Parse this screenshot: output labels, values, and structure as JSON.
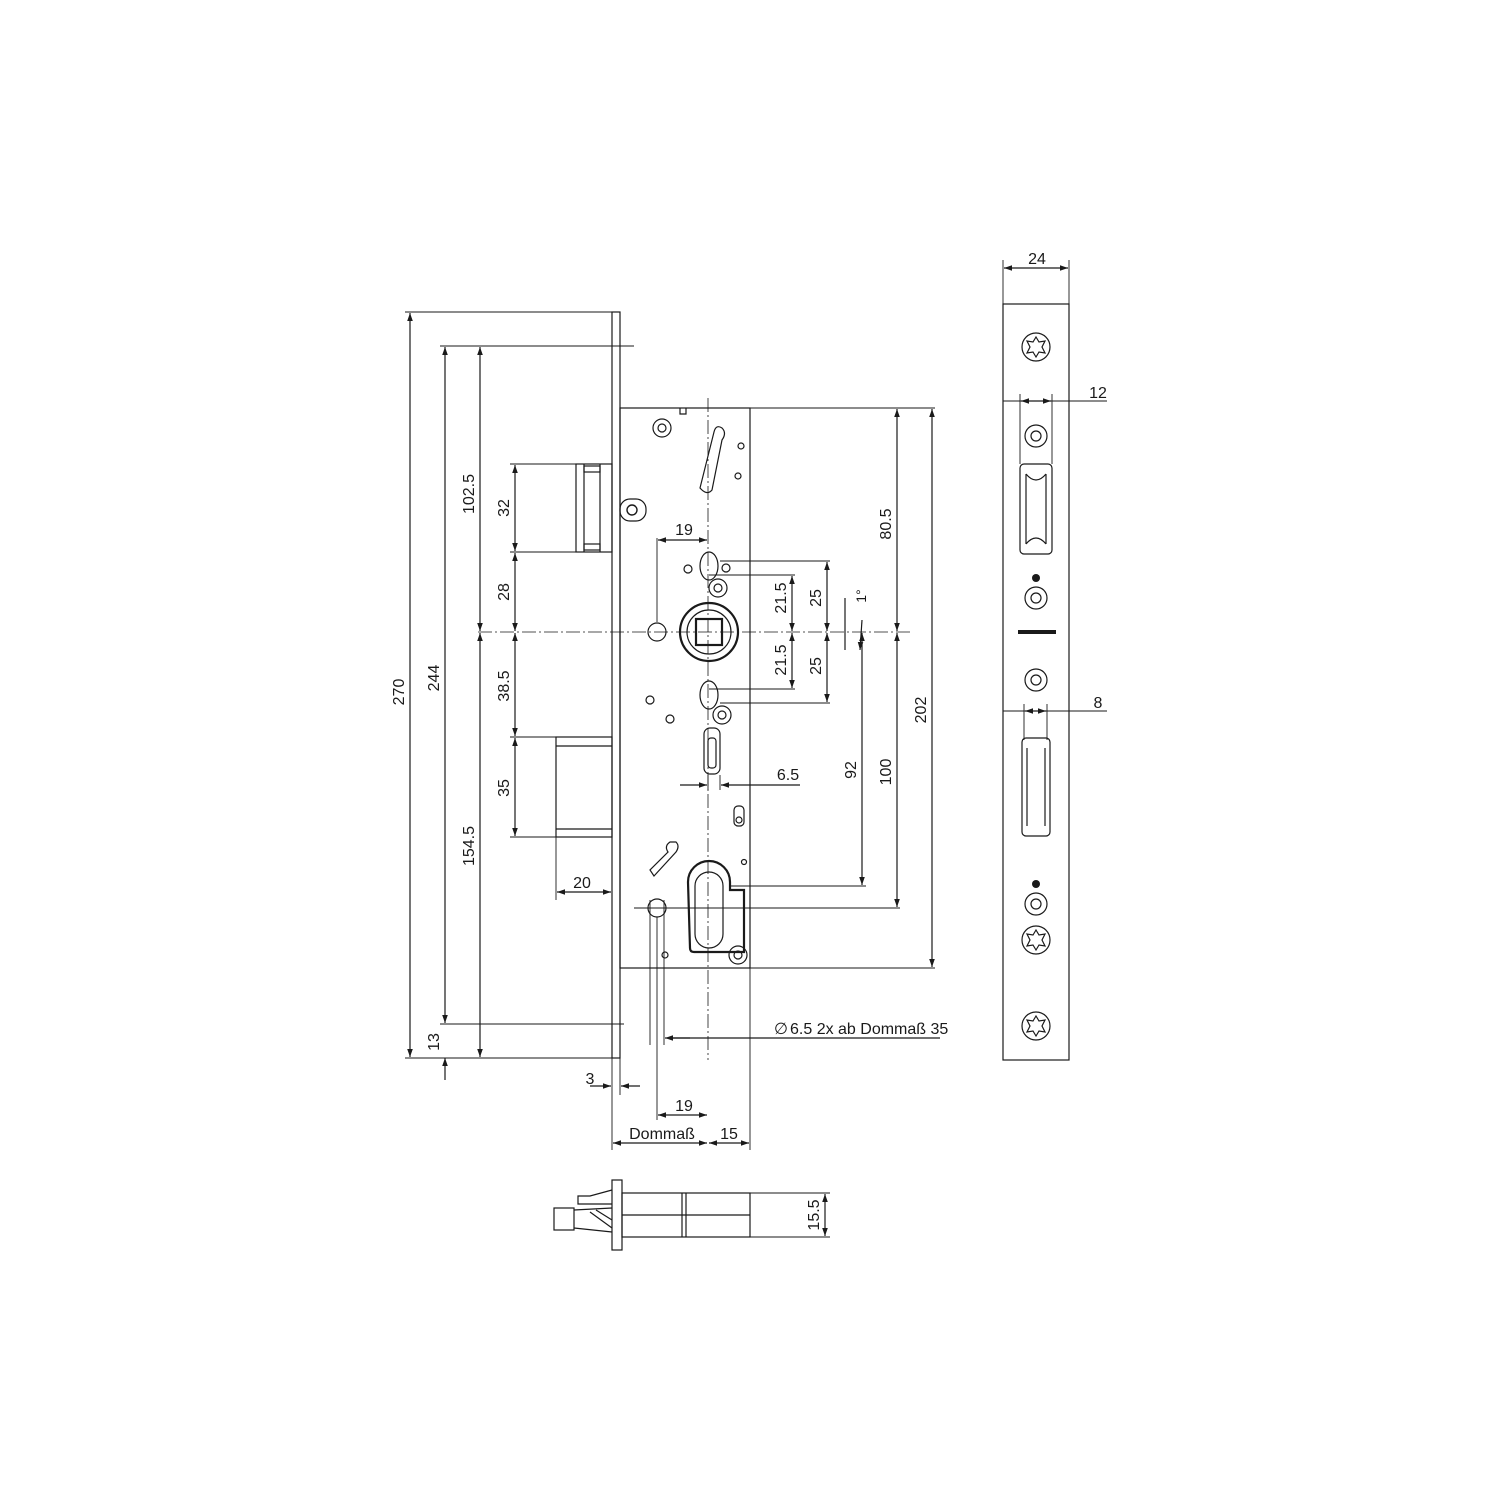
{
  "dimensions": {
    "overall_height": "270",
    "faceplate_span": "244",
    "upper_to_center": "102.5",
    "lower_to_center": "154.5",
    "bottom_offset": "13",
    "latch_height": "32",
    "latch_to_center": "28",
    "center_to_bolt": "38.5",
    "bolt_height": "35",
    "bolt_throw": "20",
    "faceplate_thickness": "3",
    "hole_offset": "19",
    "backset_label": "Dommaß",
    "backset_extra": "15",
    "hole_note": "6.5 2x ab Dommaß 35",
    "hole_note_symbol": "∅",
    "top_hole_offset": "19",
    "follower_upper": "21.5",
    "follower_lower": "21.5",
    "pin_upper": "25",
    "pin_lower": "25",
    "angle": "1°",
    "slot_width": "6.5",
    "center_to_cylinder": "92",
    "center_to_cylinder_bottom": "100",
    "center_to_top": "80.5",
    "case_height": "202",
    "faceplate_width": "24",
    "latch_slot_width": "12",
    "bolt_slot_width": "8",
    "case_depth": "15.5"
  },
  "colors": {
    "ink": "#1a1a1a",
    "paper": "#ffffff"
  }
}
